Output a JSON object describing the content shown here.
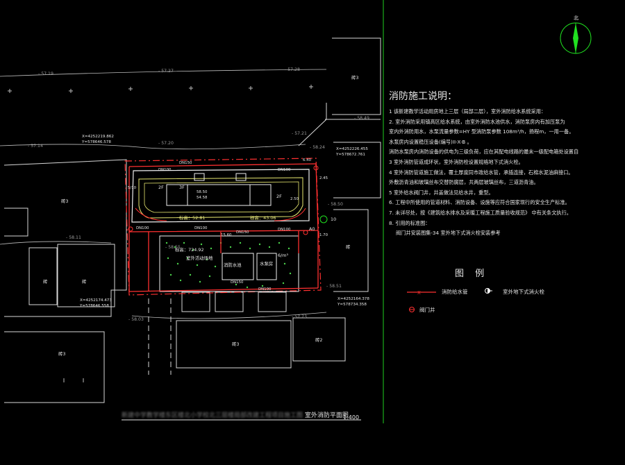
{
  "north": {
    "label": "北"
  },
  "colors": {
    "background": "#000000",
    "fire_pipe": "#ff3030",
    "building": "#ffffff",
    "divider": "#20d020",
    "site_boundary": "#ff3030"
  },
  "notes": {
    "title": "消防施工说明：",
    "lines": [
      "1  该新建教学活动用房地上三层（局部二层），室外消防给水系统采用：",
      "2. 室外消防采用镇高区给水系统，由室外消防水池供水，消防泵房内有加压泵为",
      "   室内外消防用水，水泵流量参数=HY 型消防泵参数 108m³/h，扬程m，一用一备。",
      "   水泵房内设置稳压设备(编号)II-X-B 。",
      "   消防水泵房内消防设备的供电为三级负荷，应在其配电线路的最末一级配电箱处设置自",
      "3  室外消防管道成环状，室外消防栓设置规格地下式消火栓。",
      "4  室外消防管道施工做法，覆土厚度同市政给水管，承插连接，石棉水泥油麻接口。",
      "   外敷沥青油和玻璃丝布交替防腐层，共两层玻璃丝布，三道沥青油。",
      "5  室外给水阀门井，井盖做法见给水井，重型。",
      "6. 工程中所使用的管道材料、消防设备、设施等应符合国家现行的安全生产标准。",
      "7. 未详尽处，按《建筑给水排水及采暖工程施工质量验收规范》 中有关条文执行。",
      "8. 引用的标准图："
    ],
    "standard_ref": "阀门井安装图集-34      室外地下式消火栓安装参考"
  },
  "legend": {
    "title": "图 例",
    "items": [
      {
        "symbol": "—X—",
        "label": "消防给水管"
      },
      {
        "symbol": "hydrant",
        "label": "室外地下式消火栓"
      },
      {
        "symbol": "valve",
        "label": "阀门井"
      }
    ]
  },
  "plan_labels": {
    "elevations": [
      "57.19",
      "57.27",
      "57.28",
      "57.14",
      "57.20",
      "57.21",
      "58.49",
      "58.24",
      "58.50",
      "58.11",
      "58.55",
      "58.51",
      "58.03",
      "57.73"
    ],
    "coords": [
      "X=4252219.862",
      "Y=578646.578",
      "X=4252226.455",
      "Y=578672.761",
      "X=4252174.473",
      "Y=578646.558",
      "X=4252164.378",
      "Y=578734.358"
    ],
    "dimensions": [
      "5/10",
      "6.40",
      "2.45",
      "2.50",
      "1.70",
      "15.60",
      "58.50",
      "54.58",
      "DN100",
      "DN150",
      "DN100",
      "DN100",
      "DN100",
      "DN150",
      "DN100",
      "DN150",
      "DN100"
    ],
    "elev_tags": [
      "标高：52.81",
      "标高：43.06",
      "标高：724.92"
    ],
    "floors": [
      "2F",
      "3F",
      "2F"
    ],
    "building_codes": [
      "砖3",
      "砖",
      "砖",
      "砖3",
      "砖3",
      "砖2",
      "砖",
      "砖3"
    ],
    "misc": [
      "A0",
      "10",
      "室外活动场地",
      "水泵房",
      "消防水池",
      "6/m³"
    ]
  },
  "caption": {
    "blurred": "新建中学教学楼东区楼北小学校北三层楼局部改建工程项目施工图",
    "title": "室外消防平面图",
    "scale": "1:400"
  }
}
